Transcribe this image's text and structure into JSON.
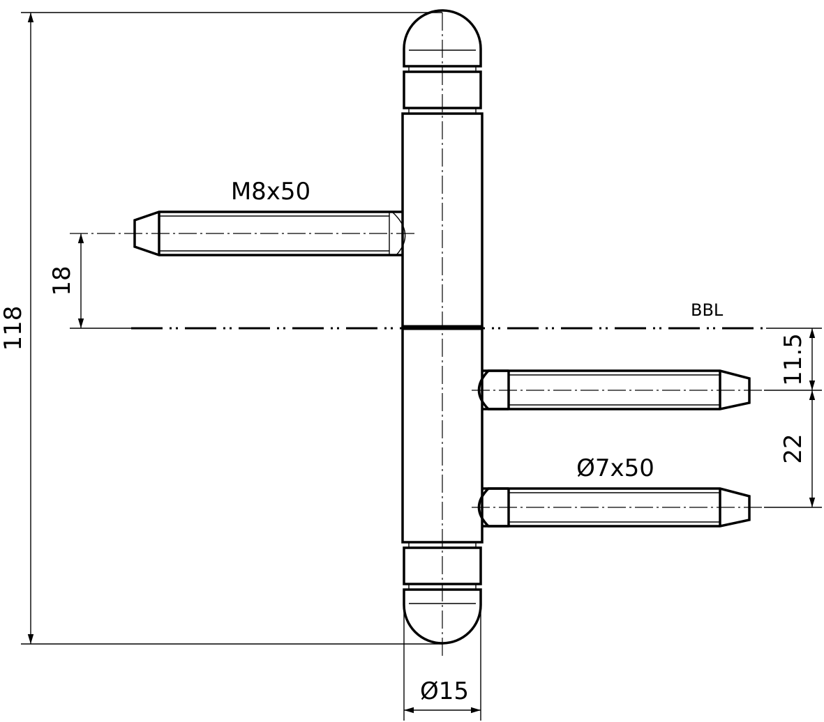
{
  "drawing": {
    "labels": {
      "thread_pin": "M8x50",
      "pins": "Ø7x50",
      "reference_line": "BBL",
      "diameter": "Ø15"
    },
    "dimensions": {
      "overall_height": "118",
      "thread_offset": "18",
      "pin_offset": "11.5",
      "pin_spacing": "22",
      "barrel_diameter": "15"
    }
  }
}
